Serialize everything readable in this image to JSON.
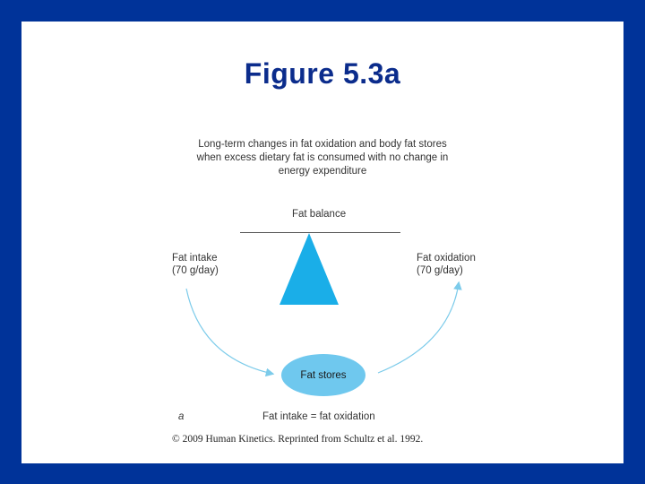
{
  "slide": {
    "title": "Figure 5.3a",
    "background_color": "#003399",
    "title_color": "#0b2c8c"
  },
  "diagram": {
    "caption_lines": [
      "Long-term changes in fat oxidation and body fat stores",
      "when excess dietary fat is consumed with no change in",
      "energy expenditure"
    ],
    "balance_label": "Fat balance",
    "intake_label": [
      "Fat intake",
      "(70 g/day)"
    ],
    "oxidation_label": [
      "Fat oxidation",
      "(70 g/day)"
    ],
    "stores_label": "Fat stores",
    "panel_letter": "a",
    "equation": "Fat intake = fat oxidation",
    "fulcrum_color": "#1aaee8",
    "stores_color": "#6fc8ee",
    "arrow_color": "#7ccbea"
  },
  "footer": {
    "copyright": "© 2009 Human Kinetics. Reprinted from Schultz et al. 1992."
  }
}
